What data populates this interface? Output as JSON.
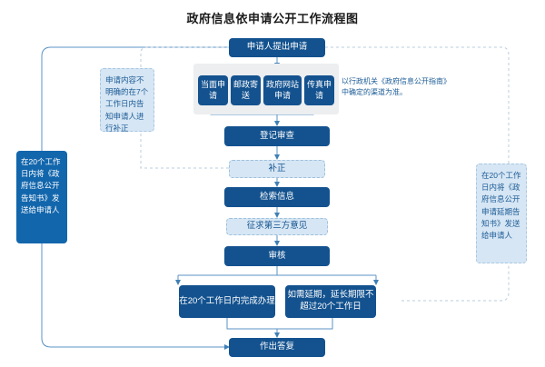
{
  "page": {
    "title": "政府信息依申请公开工作流程图"
  },
  "colors": {
    "primary": "#13528f",
    "note_dark": "#1266ac",
    "light_fill": "#d6e6f4",
    "light_border": "#9dc0dd",
    "panel": "#eceef0",
    "line_solid": "#5b93c4",
    "line_dashed": "#b9cddd",
    "text_dark": "#1a1a1a"
  },
  "flow": {
    "start": {
      "label": "申请人提出申请"
    },
    "channels": [
      {
        "label": "当面申请"
      },
      {
        "label": "邮政寄送"
      },
      {
        "label": "政府网站申请"
      },
      {
        "label": "传真申请"
      }
    ],
    "channel_note": "以行政机关《政府信息公开指南》中确定的渠道为准。",
    "steps": [
      {
        "label": "登记审查",
        "style": "dark"
      },
      {
        "label": "补正",
        "style": "light"
      },
      {
        "label": "检索信息",
        "style": "dark"
      },
      {
        "label": "征求第三方意见",
        "style": "light"
      },
      {
        "label": "审核",
        "style": "dark"
      }
    ],
    "branch_left": {
      "label": "在20个工作日内完成办理"
    },
    "branch_right": {
      "label": "如需延期，延长期限不超过20个工作日"
    },
    "end": {
      "label": "作出答复"
    }
  },
  "notes": {
    "supplement": "申请内容不明确的在7个工作日内告知申请人进行补正",
    "left_notice": "在20个工作日内将《政府信息公开告知书》发送给申请人",
    "right_notice": "在20个工作日内将《政府信息公开申请延期告知书》发送给申请人"
  }
}
